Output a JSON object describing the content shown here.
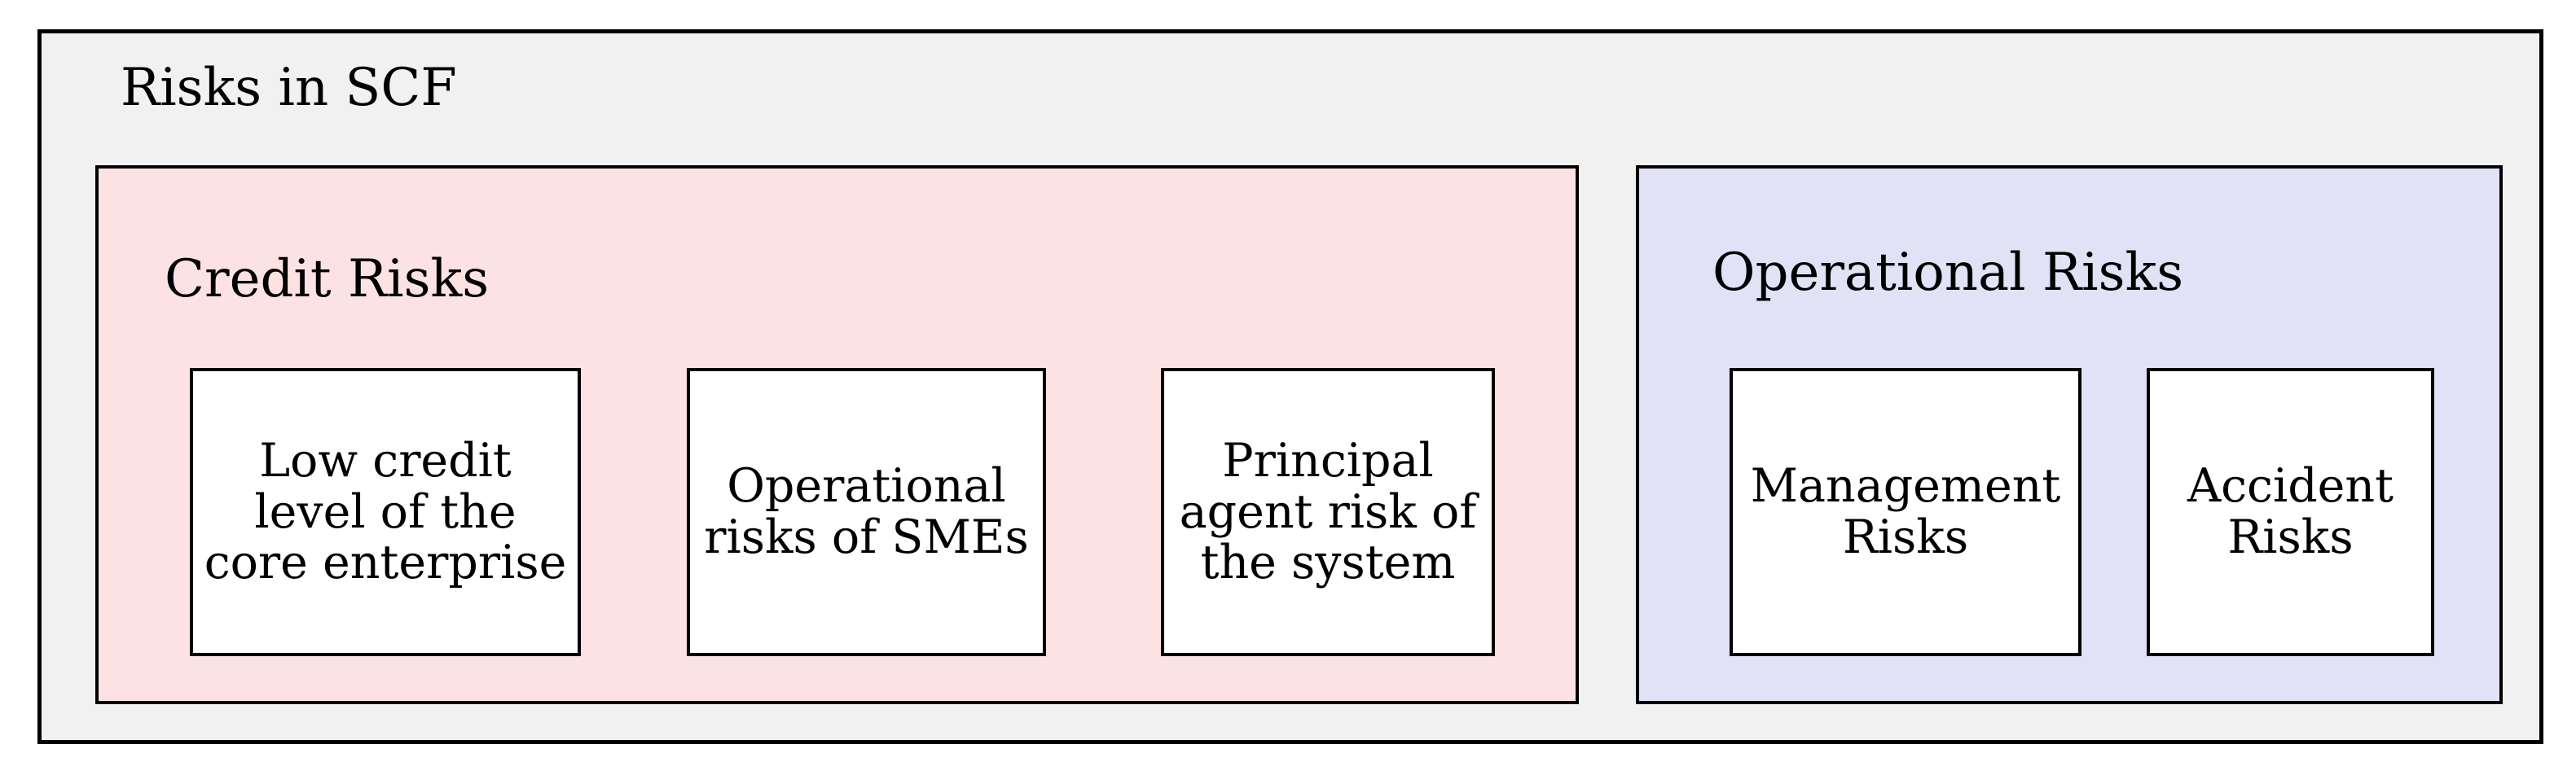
{
  "diagram": {
    "title": "Risks in SCF",
    "colors": {
      "outer_bg": "#f1f1f2",
      "credit_bg": "#fce2e2",
      "operational_bg": "#e2e2f7",
      "box_bg": "#ffffff",
      "border": "#000000"
    },
    "groups": [
      {
        "label": "Credit Risks",
        "bg": "#fce2e2",
        "items": [
          {
            "text": "Low credit\nlevel of the\ncore enterprise"
          },
          {
            "text": "Operational\nrisks of SMEs"
          },
          {
            "text": "Principal\nagent risk of\nthe system"
          }
        ]
      },
      {
        "label": "Operational Risks",
        "bg": "#e2e2f7",
        "items": [
          {
            "text": "Management\nRisks"
          },
          {
            "text": "Accident\nRisks"
          }
        ]
      }
    ]
  }
}
